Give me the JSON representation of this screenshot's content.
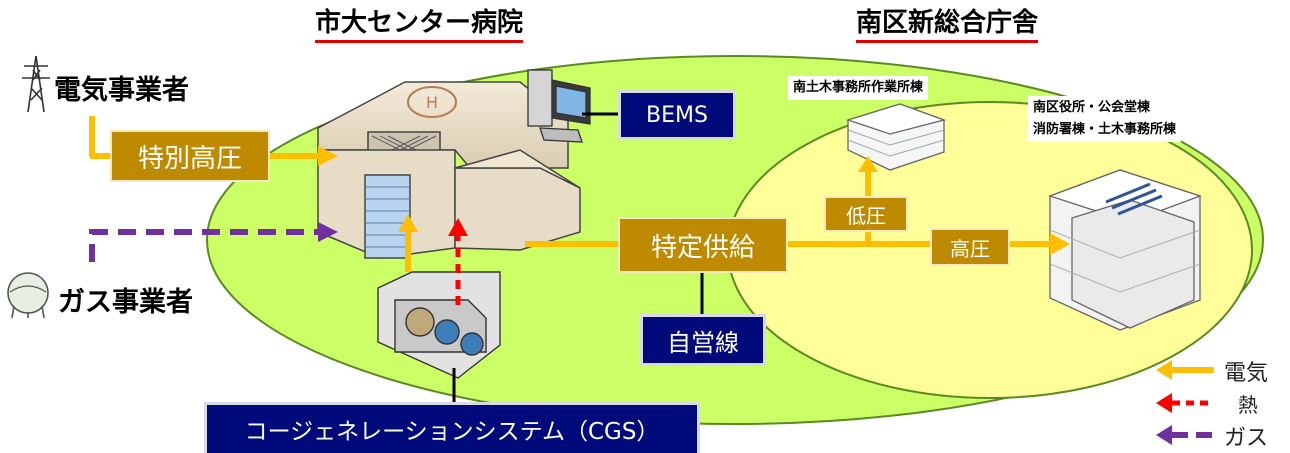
{
  "titles": {
    "hospital": "市大センター病院",
    "ward_office": "南区新総合庁舎"
  },
  "suppliers": {
    "electric": "電気事業者",
    "gas": "ガス事業者"
  },
  "boxes": {
    "special_high_voltage": "特別高圧",
    "bems": "BEMS",
    "specific_supply": "特定供給",
    "private_line": "自営線",
    "low_voltage": "低圧",
    "high_voltage": "高圧",
    "cgs": "コージェネレーションシステム（CGS）"
  },
  "buildings": {
    "civil_works_annex": "南土木事務所作業所棟",
    "ward_office_line1": "南区役所・公会堂棟",
    "ward_office_line2": "消防署棟・土木事務所棟"
  },
  "legend": {
    "electricity": "電気",
    "heat": "熱",
    "gas": "ガス"
  },
  "colors": {
    "electricity": "#ffbf00",
    "heat": "#ff0000",
    "gas": "#7030a0",
    "campus": "#ccff66",
    "ward_area": "#ffff99",
    "box_gold": "#bd8a00",
    "box_navy": "#000a7a"
  }
}
